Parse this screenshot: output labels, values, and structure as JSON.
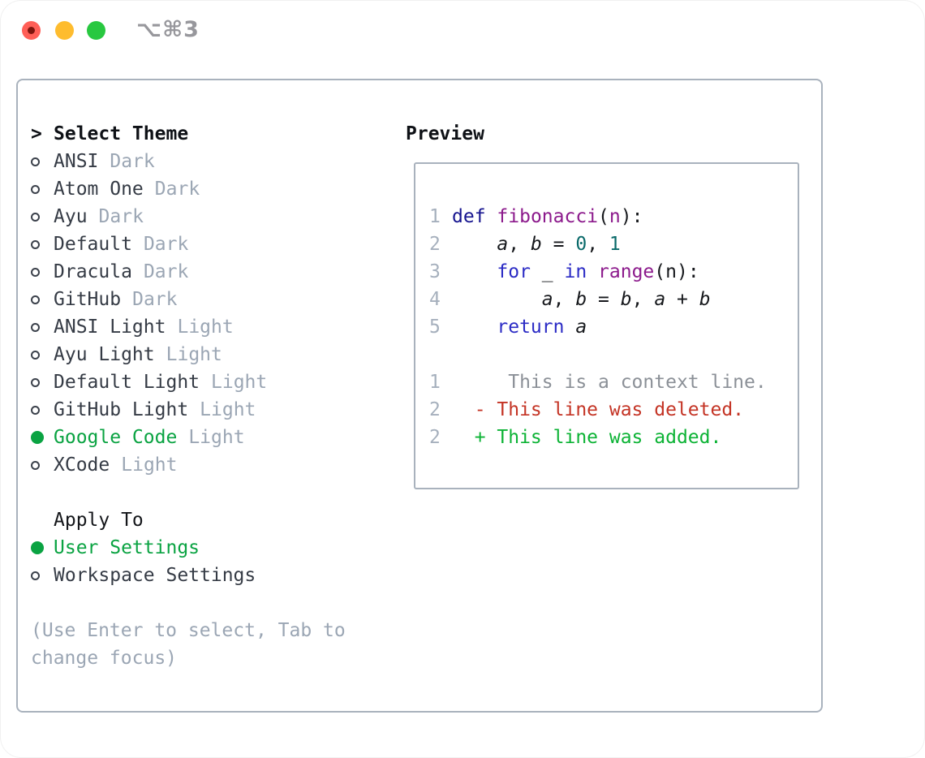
{
  "window": {
    "title": "⌥⌘3",
    "traffic_lights": [
      "close",
      "minimize",
      "zoom"
    ]
  },
  "colors": {
    "panel_border": "#a9b2bd",
    "selected_green": "#0aa342",
    "item_text": "#353b45",
    "variant_muted": "#9ba6b4",
    "keyword_def": "#16148f",
    "keyword_blue": "#2b2bc5",
    "function_purple": "#8c1a8c",
    "literal_teal": "#0a6a6a",
    "diff_deleted_red": "#c43425",
    "diff_added_green": "#0cb335",
    "traffic_red": "#ff5f57",
    "traffic_yellow": "#febc2e",
    "traffic_green": "#28c840"
  },
  "theme_selector": {
    "prompt": ">",
    "title": "Select Theme",
    "items": [
      {
        "label": "ANSI",
        "variant": "Dark",
        "selected": false
      },
      {
        "label": "Atom One",
        "variant": "Dark",
        "selected": false
      },
      {
        "label": "Ayu",
        "variant": "Dark",
        "selected": false
      },
      {
        "label": "Default",
        "variant": "Dark",
        "selected": false
      },
      {
        "label": "Dracula",
        "variant": "Dark",
        "selected": false
      },
      {
        "label": "GitHub",
        "variant": "Dark",
        "selected": false
      },
      {
        "label": "ANSI Light",
        "variant": "Light",
        "selected": false
      },
      {
        "label": "Ayu Light",
        "variant": "Light",
        "selected": false
      },
      {
        "label": "Default Light",
        "variant": "Light",
        "selected": false
      },
      {
        "label": "GitHub Light",
        "variant": "Light",
        "selected": false
      },
      {
        "label": "Google Code",
        "variant": "Light",
        "selected": true
      },
      {
        "label": "XCode",
        "variant": "Light",
        "selected": false
      }
    ]
  },
  "apply_to": {
    "title": "Apply To",
    "options": [
      {
        "label": "User Settings",
        "selected": true
      },
      {
        "label": "Workspace Settings",
        "selected": false
      }
    ]
  },
  "help_text": "(Use Enter to select, Tab to change focus)",
  "preview": {
    "title": "Preview",
    "code_lines": [
      {
        "no": "1",
        "tokens": [
          {
            "t": "def",
            "c": "kw1"
          },
          {
            "t": " ",
            "c": "pln"
          },
          {
            "t": "fibonacci",
            "c": "fn"
          },
          {
            "t": "(",
            "c": "pln"
          },
          {
            "t": "n",
            "c": "prm"
          },
          {
            "t": "):",
            "c": "pln"
          }
        ]
      },
      {
        "no": "2",
        "tokens": [
          {
            "t": "    ",
            "c": "pln"
          },
          {
            "t": "a",
            "c": "var"
          },
          {
            "t": ", ",
            "c": "pln"
          },
          {
            "t": "b",
            "c": "var"
          },
          {
            "t": " = ",
            "c": "pln"
          },
          {
            "t": "0",
            "c": "num"
          },
          {
            "t": ", ",
            "c": "pln"
          },
          {
            "t": "1",
            "c": "num"
          }
        ]
      },
      {
        "no": "3",
        "tokens": [
          {
            "t": "    ",
            "c": "pln"
          },
          {
            "t": "for",
            "c": "kw"
          },
          {
            "t": " _ ",
            "c": "pln"
          },
          {
            "t": "in",
            "c": "kw"
          },
          {
            "t": " ",
            "c": "pln"
          },
          {
            "t": "range",
            "c": "fn"
          },
          {
            "t": "(n):",
            "c": "pln"
          }
        ]
      },
      {
        "no": "4",
        "tokens": [
          {
            "t": "        ",
            "c": "pln"
          },
          {
            "t": "a",
            "c": "var"
          },
          {
            "t": ", ",
            "c": "pln"
          },
          {
            "t": "b",
            "c": "var"
          },
          {
            "t": " = ",
            "c": "pln"
          },
          {
            "t": "b",
            "c": "var"
          },
          {
            "t": ", ",
            "c": "pln"
          },
          {
            "t": "a",
            "c": "var"
          },
          {
            "t": " + ",
            "c": "pln"
          },
          {
            "t": "b",
            "c": "var"
          }
        ]
      },
      {
        "no": "5",
        "tokens": [
          {
            "t": "    ",
            "c": "pln"
          },
          {
            "t": "return",
            "c": "kw"
          },
          {
            "t": " ",
            "c": "pln"
          },
          {
            "t": "a",
            "c": "var"
          }
        ]
      },
      {
        "no": "",
        "tokens": []
      },
      {
        "no": "1",
        "tokens": [
          {
            "t": "     This is a context line.",
            "c": "ctx"
          }
        ]
      },
      {
        "no": "2",
        "tokens": [
          {
            "t": "  - This line was deleted.",
            "c": "del"
          }
        ]
      },
      {
        "no": "2",
        "tokens": [
          {
            "t": "  + This line was added.",
            "c": "add"
          }
        ]
      }
    ]
  }
}
